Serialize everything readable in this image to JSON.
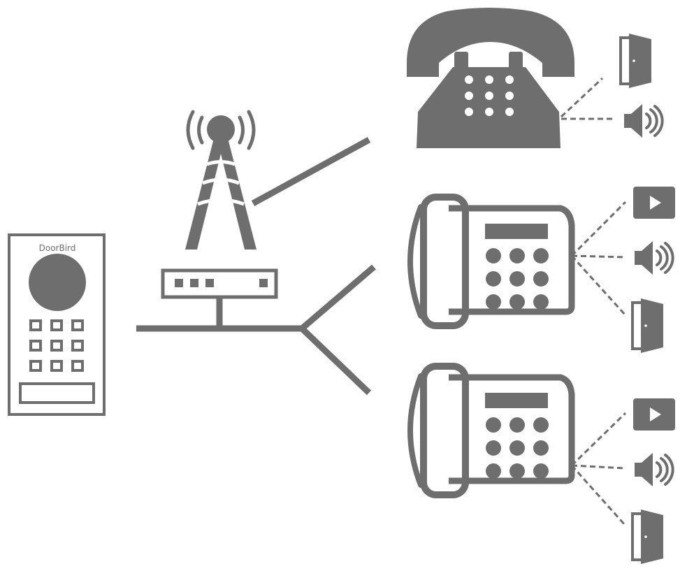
{
  "doorstation": {
    "brand_label": "DoorBird"
  },
  "colors": {
    "icon": "#6e6e6e",
    "background": "#ffffff",
    "brand_text": "#6e6e6e"
  },
  "nodes": [
    {
      "id": "doorstation",
      "icon": "doorbird-intercom-icon"
    },
    {
      "id": "antenna",
      "icon": "radio-tower-icon"
    },
    {
      "id": "router",
      "icon": "router-icon"
    },
    {
      "id": "analog-phone",
      "icon": "retro-telephone-icon",
      "outputs": [
        "door-icon",
        "speaker-icon"
      ]
    },
    {
      "id": "ip-phone-1",
      "icon": "desk-phone-icon",
      "outputs": [
        "video-icon",
        "speaker-icon",
        "door-icon"
      ]
    },
    {
      "id": "ip-phone-2",
      "icon": "desk-phone-icon",
      "outputs": [
        "video-icon",
        "speaker-icon",
        "door-icon"
      ]
    }
  ]
}
